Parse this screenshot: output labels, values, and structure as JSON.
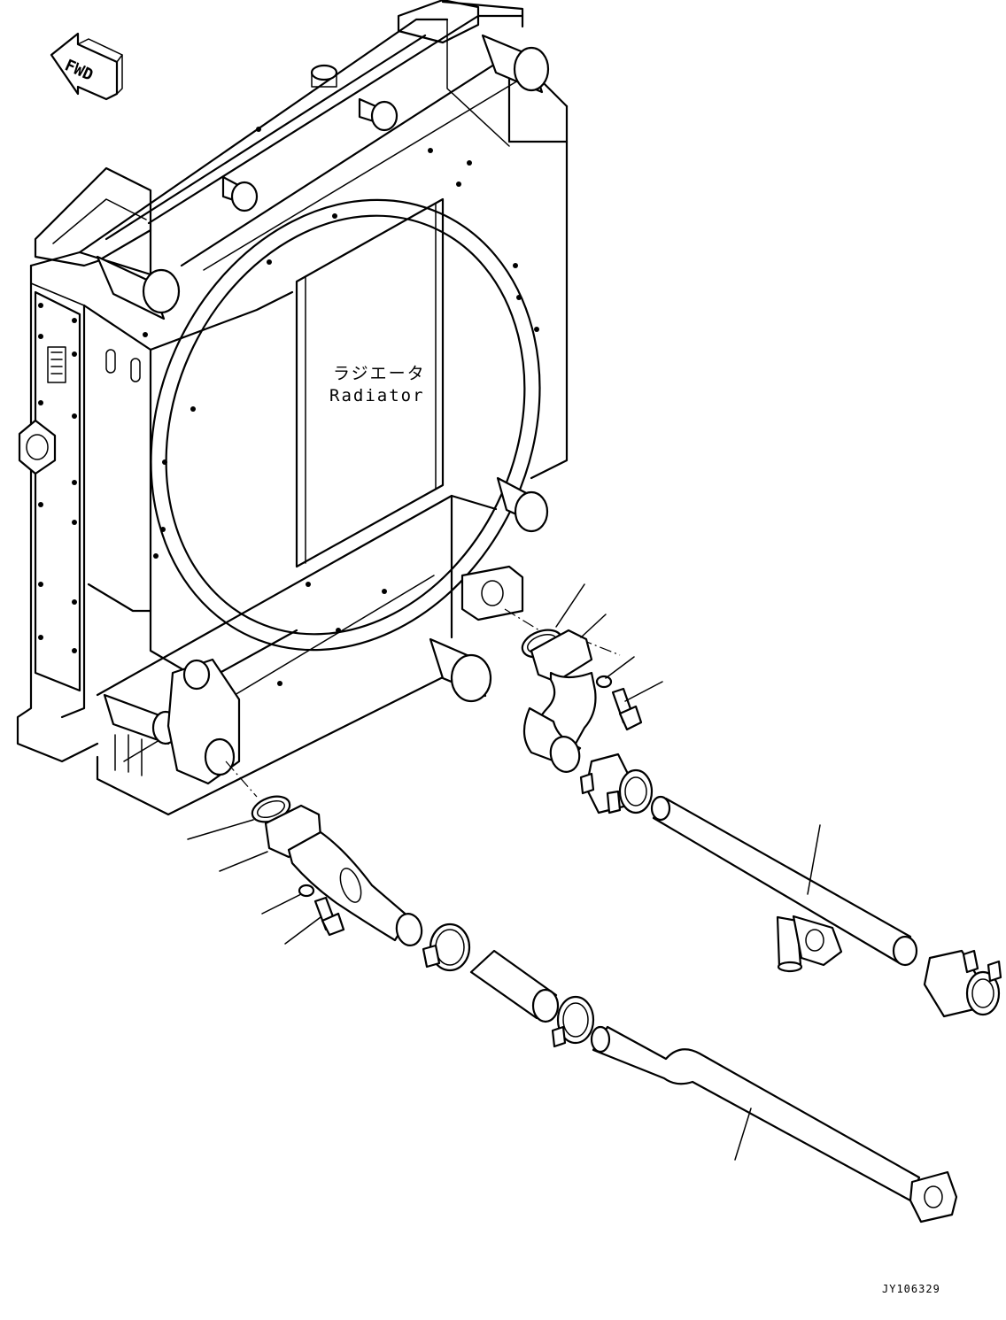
{
  "direction_marker": {
    "text": "FWD"
  },
  "component_label": {
    "japanese": "ラジエータ",
    "english": "Radiator"
  },
  "drawing_code": "JY106329"
}
